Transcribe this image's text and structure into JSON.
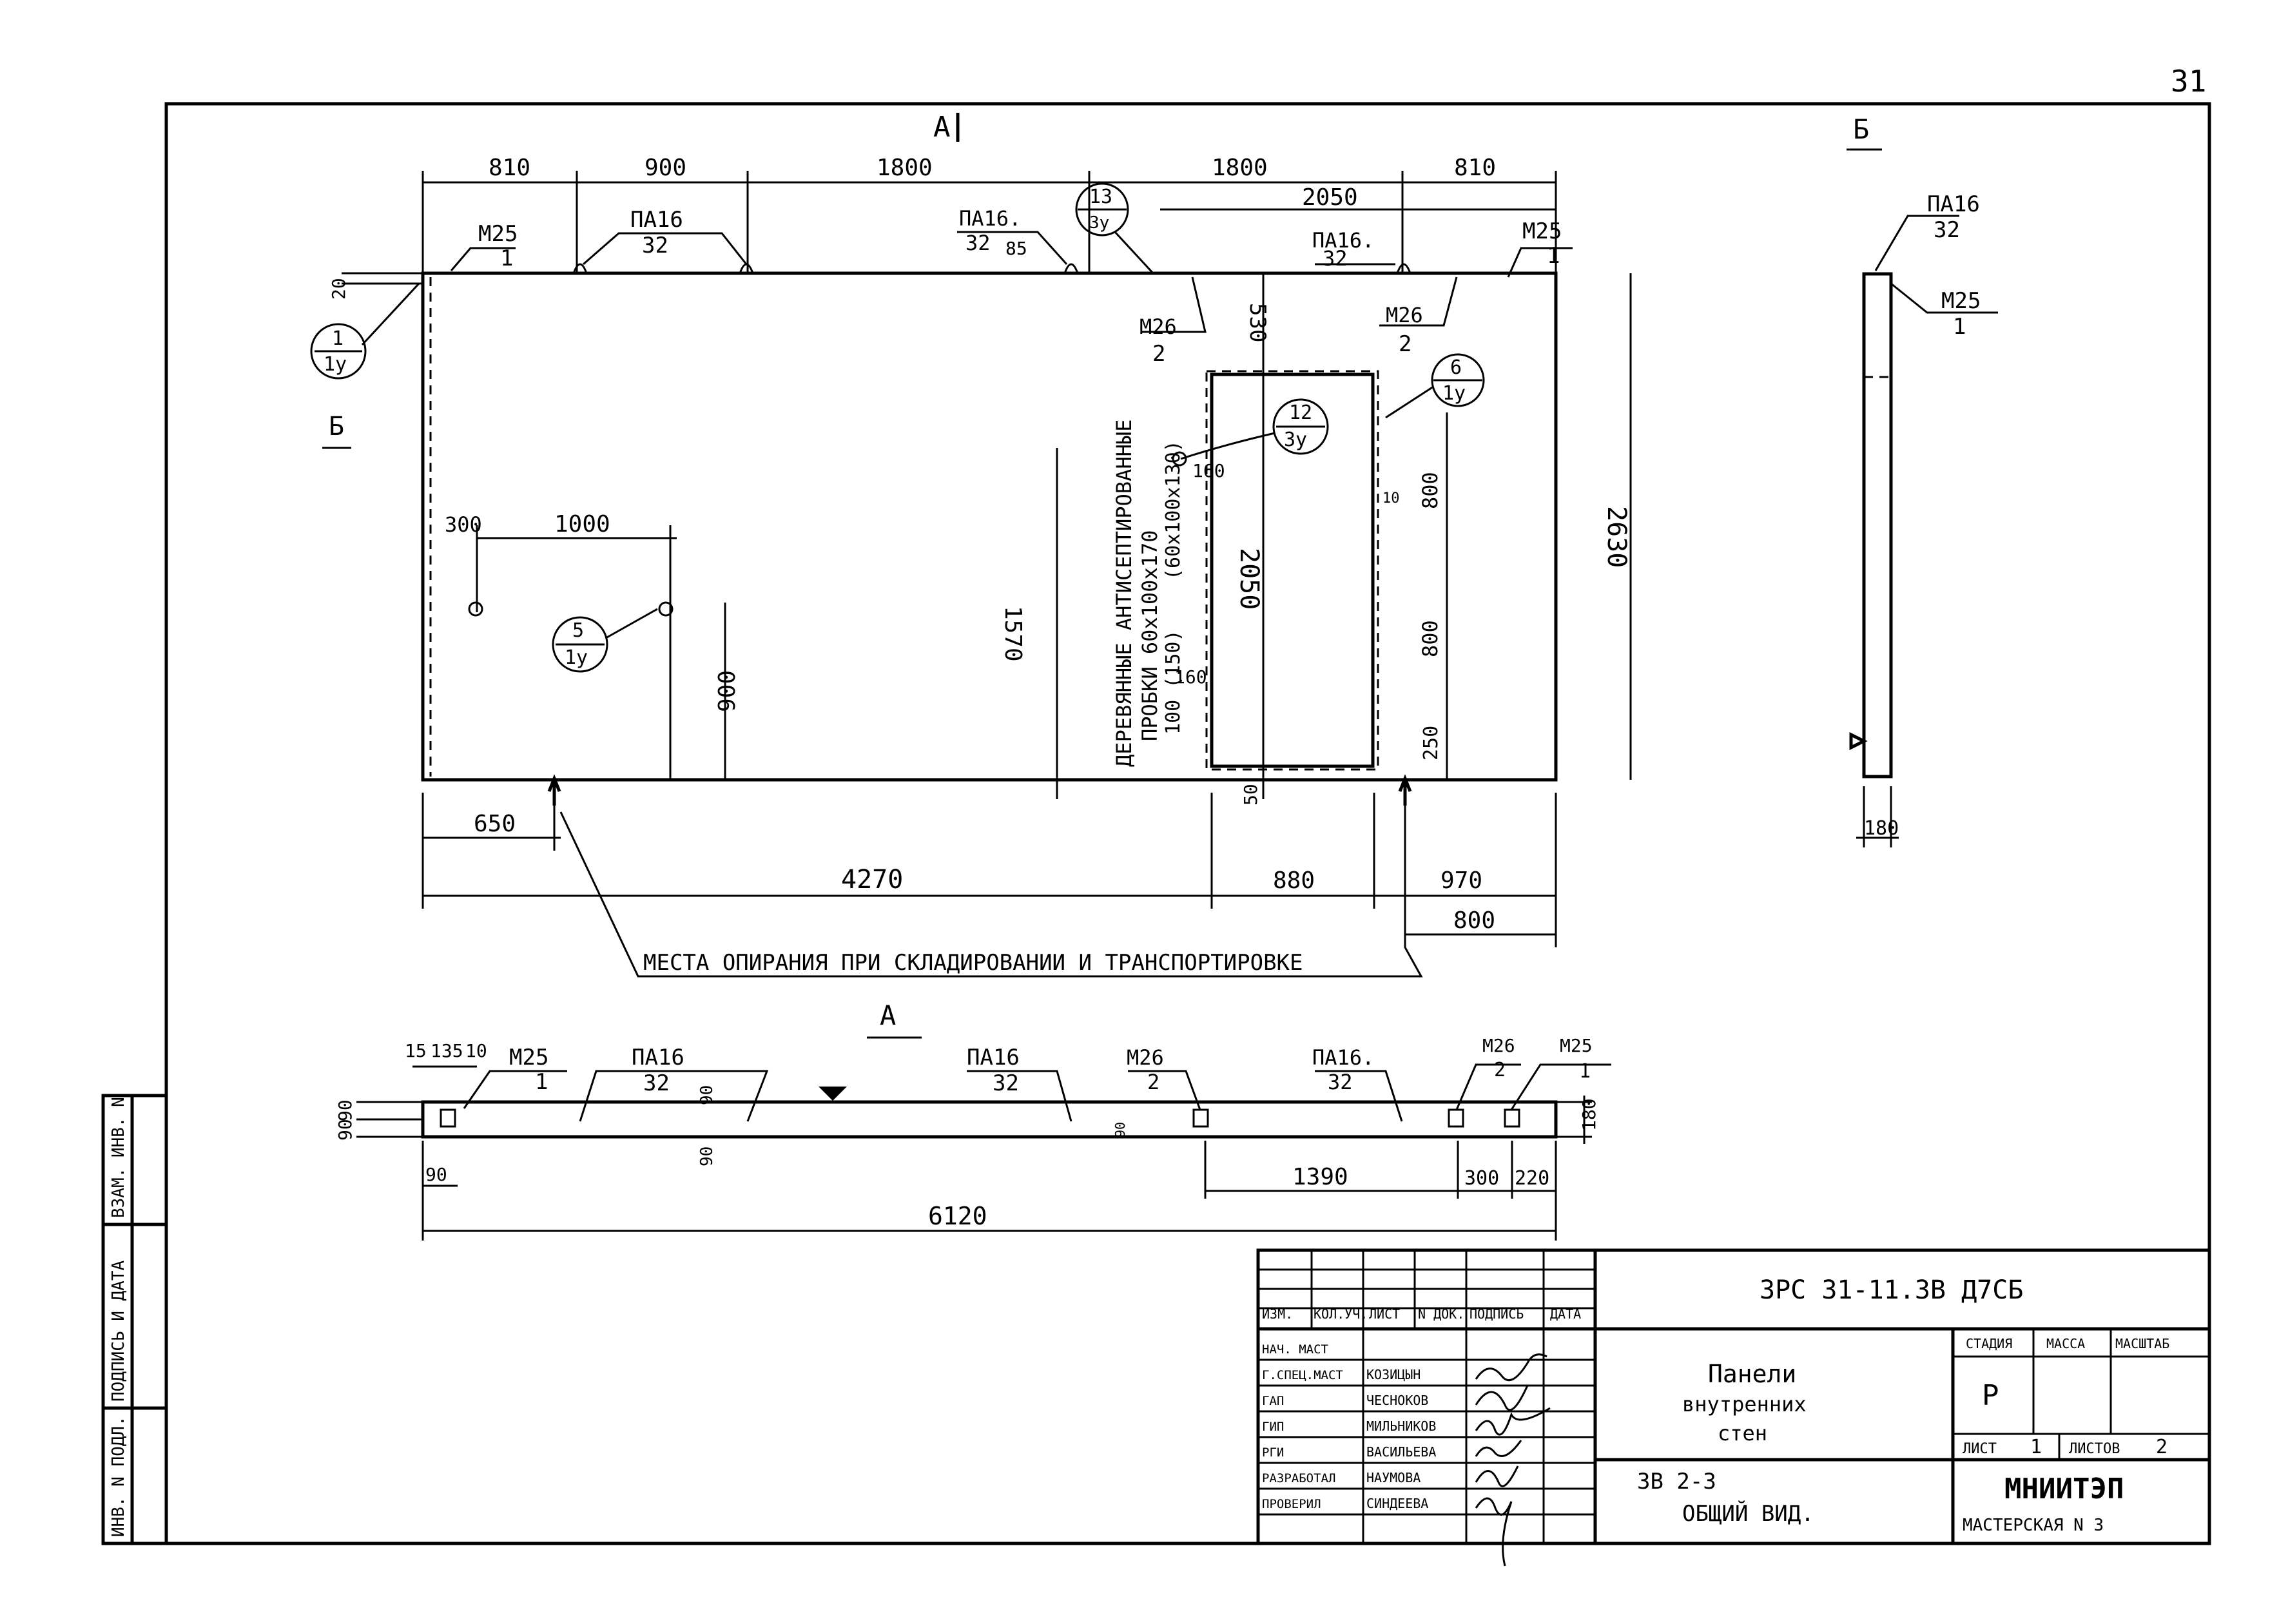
{
  "sheet_number": "31",
  "section_a_marker": "А",
  "section_b_marker": "Б",
  "plan": {
    "top_dims": [
      "810",
      "900",
      "1800",
      "1800",
      "810"
    ],
    "dim_2050_top": "2050",
    "labels": {
      "m25": "М25",
      "one": "1",
      "pa16": "ПА16",
      "pa16c": "ПА16.",
      "n32": "32",
      "m26": "М26",
      "two": "2",
      "n85": "85",
      "n20": "20",
      "c1_top": "1",
      "c1_bot": "1у",
      "c13_top": "13",
      "c13_bot": "3у",
      "c12_top": "12",
      "c12_bot": "3у",
      "c6_top": "6",
      "c6_bot": "1у",
      "c5_top": "5",
      "c5_bot": "1у"
    },
    "dims": {
      "d300": "300",
      "d1000": "1000",
      "d900": "900",
      "d1570": "1570",
      "d530": "530",
      "d2050": "2050",
      "d2630": "2630",
      "d800a": "800",
      "d800b": "800",
      "d250": "250",
      "d10": "10",
      "d50": "50",
      "d160": "160",
      "d160b": "160",
      "d650": "650",
      "d4270": "4270",
      "d880": "880",
      "d970": "970",
      "d800c": "800"
    },
    "note_lines": [
      "ДЕРЕВЯННЫЕ АНТИСЕПТИРОВАННЫЕ",
      "ПРОБКИ 60х100х170",
      "(60х100х130)",
      "100 (150)"
    ],
    "support_note": "МЕСТА ОПИРАНИЯ ПРИ СКЛАДИРОВАНИИ И ТРАНСПОРТИРОВКЕ"
  },
  "side_view": {
    "pa16": "ПА16",
    "n32": "32",
    "m25": "М25",
    "one": "1",
    "d180": "180"
  },
  "section_a": {
    "top_dims": [
      "15",
      "135",
      "10"
    ],
    "labels": [
      "М25",
      "1",
      "ПА16",
      "32",
      "ПА16",
      "32",
      "М26",
      "2",
      "ПА16.",
      "32",
      "М26",
      "2",
      "М25",
      "1"
    ],
    "left_dims": [
      "90",
      "90"
    ],
    "d90a": "90",
    "d90b": "90",
    "d90c": "90",
    "d90d": "90",
    "d180": "180",
    "bottom_dims": [
      "1390",
      "300",
      "220"
    ],
    "d6120": "6120"
  },
  "side_stamp": [
    "ВЗАМ. ИНВ. N",
    "ПОДПИСЬ И ДАТА",
    "ИНВ. N ПОДЛ."
  ],
  "title_block": {
    "code": "3РС 31-11.3В Д7СБ",
    "rev_headers": [
      "ИЗМ.",
      "КОЛ.УЧ.",
      "ЛИСТ",
      "N ДОК.",
      "ПОДПИСЬ",
      "ДАТА"
    ],
    "roles": [
      "НАЧ. МАСТ",
      "Г.СПЕЦ.МАСТ",
      "ГАП",
      "ГИП",
      "РГИ",
      "РАЗРАБОТАЛ",
      "ПРОВЕРИЛ"
    ],
    "names": [
      "",
      "КОЗИЦЫН",
      "ЧЕСНОКОВ",
      "МИЛЬНИКОВ",
      "ВАСИЛЬЕВА",
      "НАУМОВА",
      "СИНДЕЕВА"
    ],
    "title_lines": [
      "Панели",
      "внутренних",
      "стен"
    ],
    "sub_code": "3В 2-3",
    "sub_title": "ОБЩИЙ ВИД.",
    "stage_headers": [
      "СТАДИЯ",
      "МАССА",
      "МАСШТАБ"
    ],
    "stage": "Р",
    "sheet_label": "ЛИСТ",
    "sheet_value": "1",
    "sheets_label": "ЛИСТОВ",
    "sheets_value": "2",
    "org": "МНИИТЭП",
    "workshop": "МАСТЕРСКАЯ N 3"
  }
}
